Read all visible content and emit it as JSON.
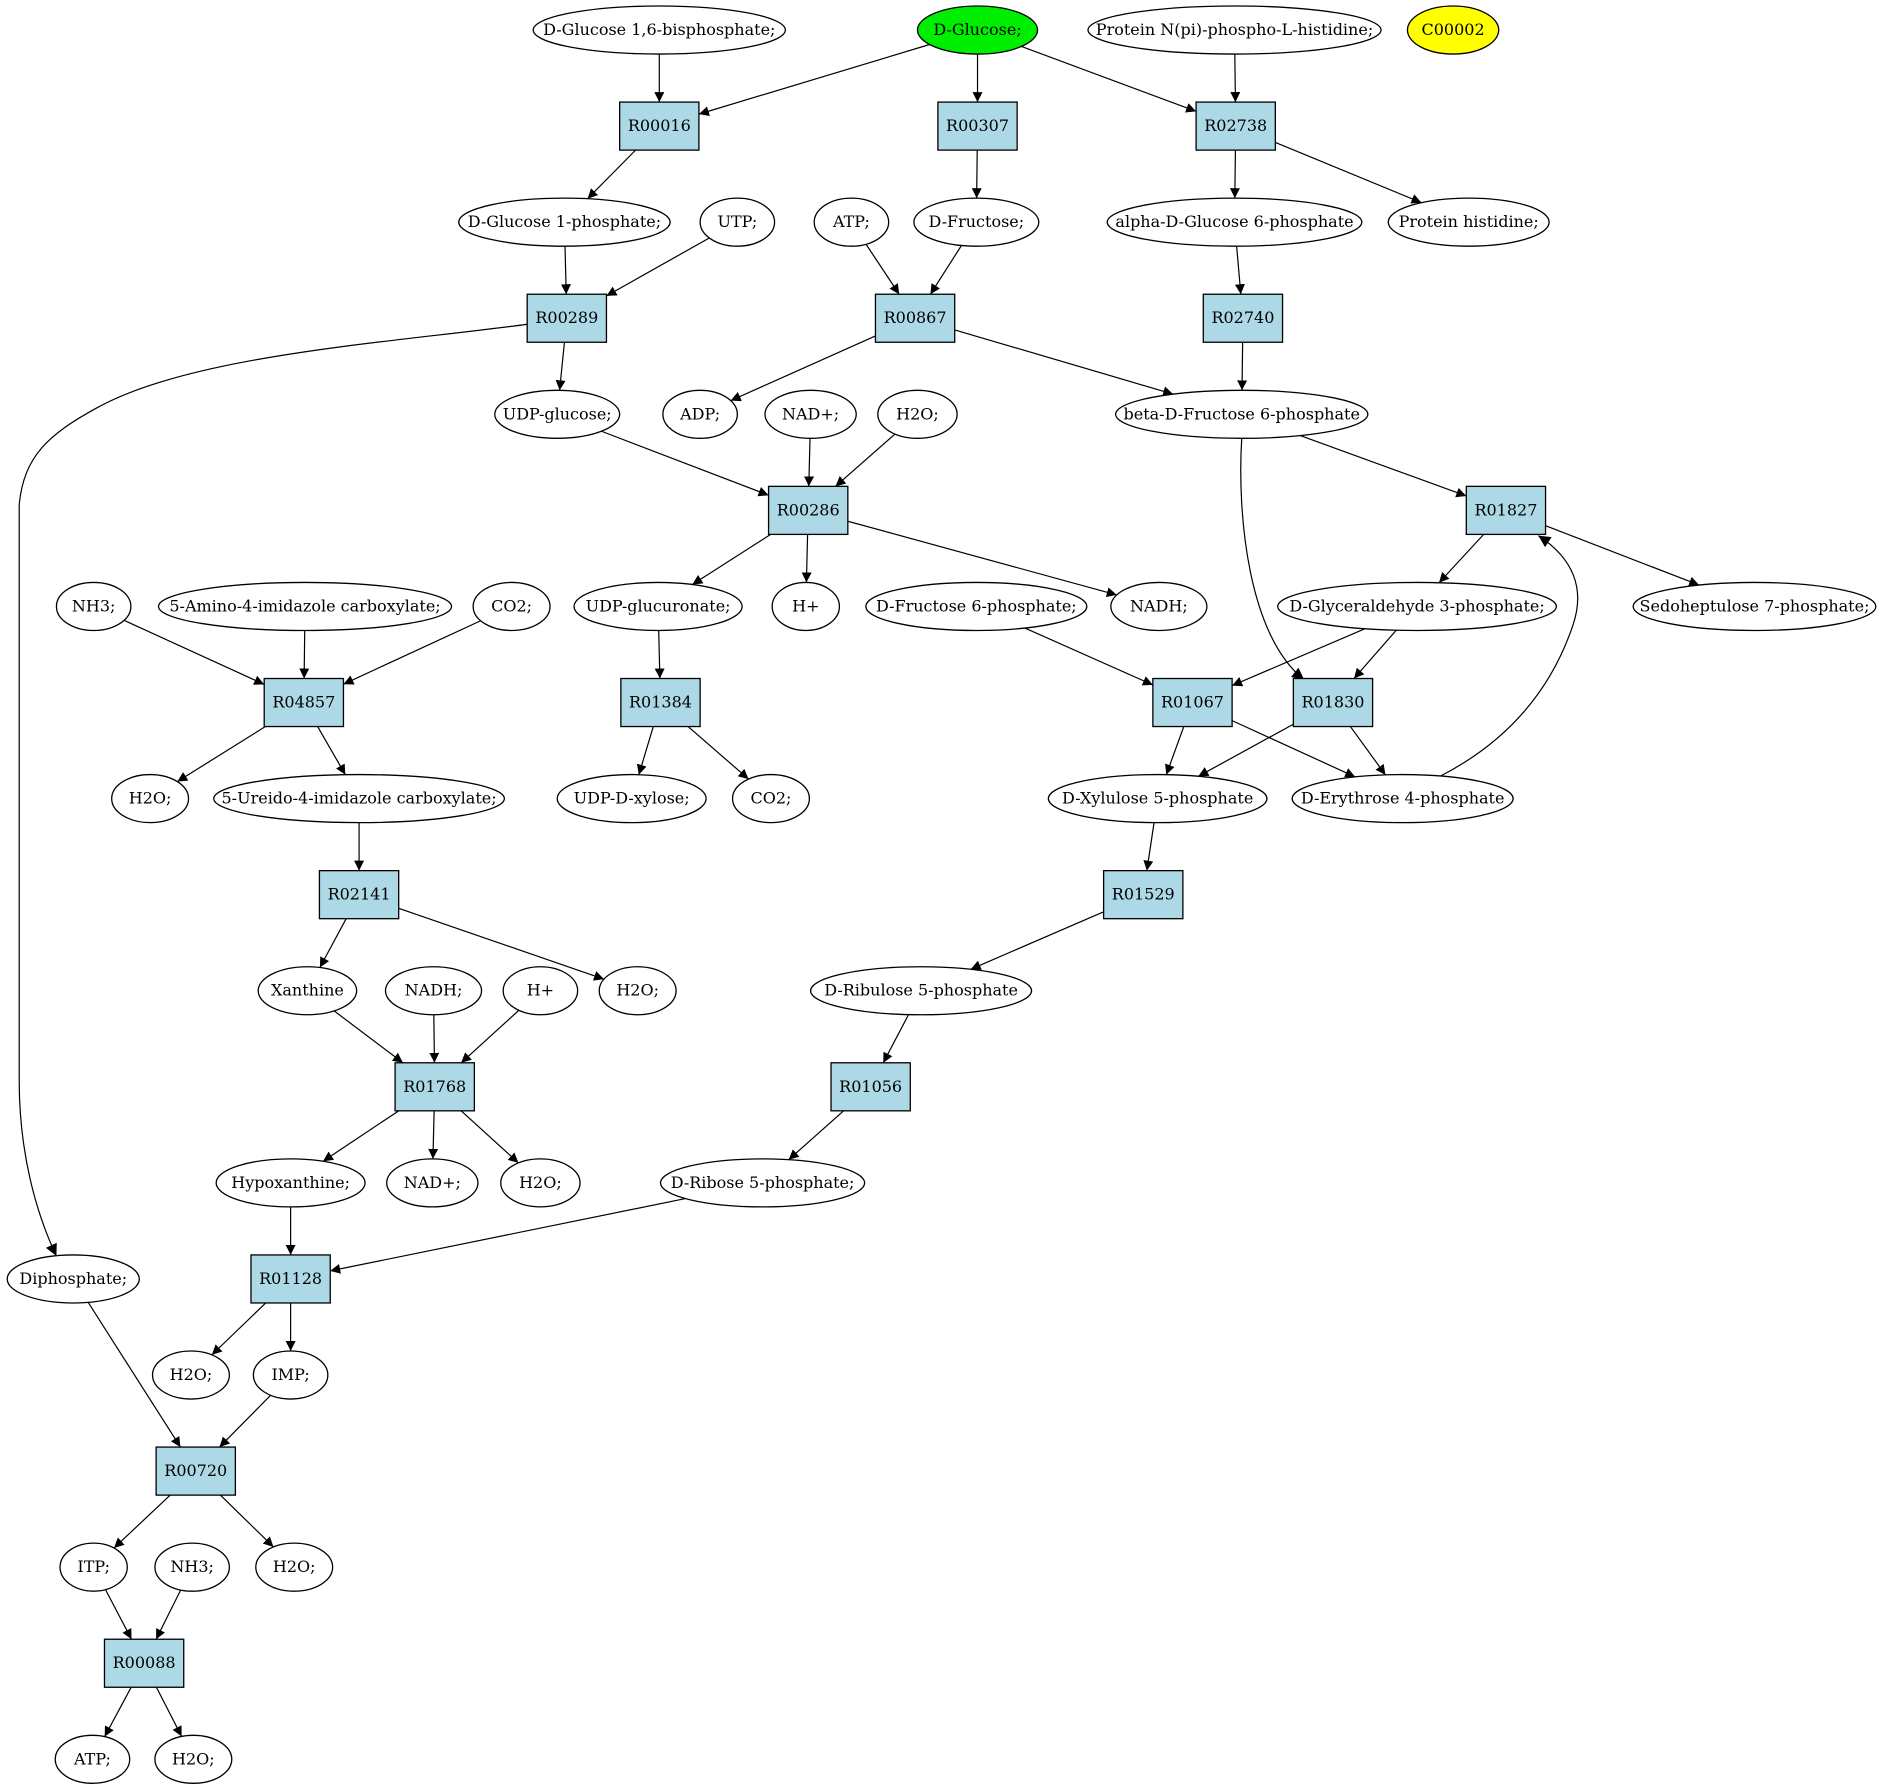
{
  "compounds": [
    {
      "id": "c_g16bp",
      "label": "D-Glucose 1,6-bisphosphate;"
    },
    {
      "id": "c_dglc",
      "label": "D-Glucose;",
      "color": "#00ee00"
    },
    {
      "id": "c_prot_phis",
      "label": "Protein N(pi)-phospho-L-histidine;"
    },
    {
      "id": "c_c00002",
      "label": "C00002",
      "color": "#ffff00"
    },
    {
      "id": "c_g1p",
      "label": "D-Glucose 1-phosphate;"
    },
    {
      "id": "c_utp",
      "label": "UTP;"
    },
    {
      "id": "c_atp1",
      "label": "ATP;"
    },
    {
      "id": "c_dfru",
      "label": "D-Fructose;"
    },
    {
      "id": "c_ag6p",
      "label": "alpha-D-Glucose 6-phosphate"
    },
    {
      "id": "c_phis",
      "label": "Protein histidine;"
    },
    {
      "id": "c_udpglc",
      "label": "UDP-glucose;"
    },
    {
      "id": "c_adp",
      "label": "ADP;"
    },
    {
      "id": "c_nad1",
      "label": "NAD+;"
    },
    {
      "id": "c_h2o1",
      "label": "H2O;"
    },
    {
      "id": "c_bf6p",
      "label": "beta-D-Fructose 6-phosphate"
    },
    {
      "id": "c_nh3a",
      "label": "NH3;"
    },
    {
      "id": "c_aica",
      "label": "5-Amino-4-imidazole carboxylate;"
    },
    {
      "id": "c_co2a",
      "label": "CO2;"
    },
    {
      "id": "c_udpglcua",
      "label": "UDP-glucuronate;"
    },
    {
      "id": "c_h1",
      "label": "H+"
    },
    {
      "id": "c_f6p",
      "label": "D-Fructose 6-phosphate;"
    },
    {
      "id": "c_nadh1",
      "label": "NADH;"
    },
    {
      "id": "c_gap",
      "label": "D-Glyceraldehyde 3-phosphate;"
    },
    {
      "id": "c_s7p",
      "label": "Sedoheptulose 7-phosphate;"
    },
    {
      "id": "c_h2o2",
      "label": "H2O;"
    },
    {
      "id": "c_uica",
      "label": "5-Ureido-4-imidazole carboxylate;"
    },
    {
      "id": "c_udpxyl",
      "label": "UDP-D-xylose;"
    },
    {
      "id": "c_co2b",
      "label": "CO2;"
    },
    {
      "id": "c_x5p",
      "label": "D-Xylulose 5-phosphate"
    },
    {
      "id": "c_e4p",
      "label": "D-Erythrose 4-phosphate"
    },
    {
      "id": "c_xan",
      "label": "Xanthine"
    },
    {
      "id": "c_nadh2",
      "label": "NADH;"
    },
    {
      "id": "c_h2",
      "label": "H+"
    },
    {
      "id": "c_h2o3",
      "label": "H2O;"
    },
    {
      "id": "c_ru5p",
      "label": "D-Ribulose 5-phosphate"
    },
    {
      "id": "c_hyp",
      "label": "Hypoxanthine;"
    },
    {
      "id": "c_nad2",
      "label": "NAD+;"
    },
    {
      "id": "c_h2o4",
      "label": "H2O;"
    },
    {
      "id": "c_r5p",
      "label": "D-Ribose 5-phosphate;"
    },
    {
      "id": "c_ppi",
      "label": "Diphosphate;"
    },
    {
      "id": "c_h2o5",
      "label": "H2O;"
    },
    {
      "id": "c_imp",
      "label": "IMP;"
    },
    {
      "id": "c_itp",
      "label": "ITP;"
    },
    {
      "id": "c_nh3b",
      "label": "NH3;"
    },
    {
      "id": "c_h2o6",
      "label": "H2O;"
    },
    {
      "id": "c_atp2",
      "label": "ATP;"
    },
    {
      "id": "c_h2o7",
      "label": "H2O;"
    }
  ],
  "reactions": [
    {
      "id": "r00016",
      "label": "R00016"
    },
    {
      "id": "r00307",
      "label": "R00307"
    },
    {
      "id": "r02738",
      "label": "R02738"
    },
    {
      "id": "r00289",
      "label": "R00289"
    },
    {
      "id": "r00867",
      "label": "R00867"
    },
    {
      "id": "r02740",
      "label": "R02740"
    },
    {
      "id": "r00286",
      "label": "R00286"
    },
    {
      "id": "r01827",
      "label": "R01827"
    },
    {
      "id": "r04857",
      "label": "R04857"
    },
    {
      "id": "r01384",
      "label": "R01384"
    },
    {
      "id": "r01067",
      "label": "R01067"
    },
    {
      "id": "r01830",
      "label": "R01830"
    },
    {
      "id": "r02141",
      "label": "R02141"
    },
    {
      "id": "r01529",
      "label": "R01529"
    },
    {
      "id": "r01768",
      "label": "R01768"
    },
    {
      "id": "r01056",
      "label": "R01056"
    },
    {
      "id": "r01128",
      "label": "R01128"
    },
    {
      "id": "r00720",
      "label": "R00720"
    },
    {
      "id": "r00088",
      "label": "R00088"
    }
  ],
  "colors": {
    "reaction_fill": "#add8e6",
    "highlight_start": "#00ee00",
    "highlight_query": "#ffff00"
  }
}
